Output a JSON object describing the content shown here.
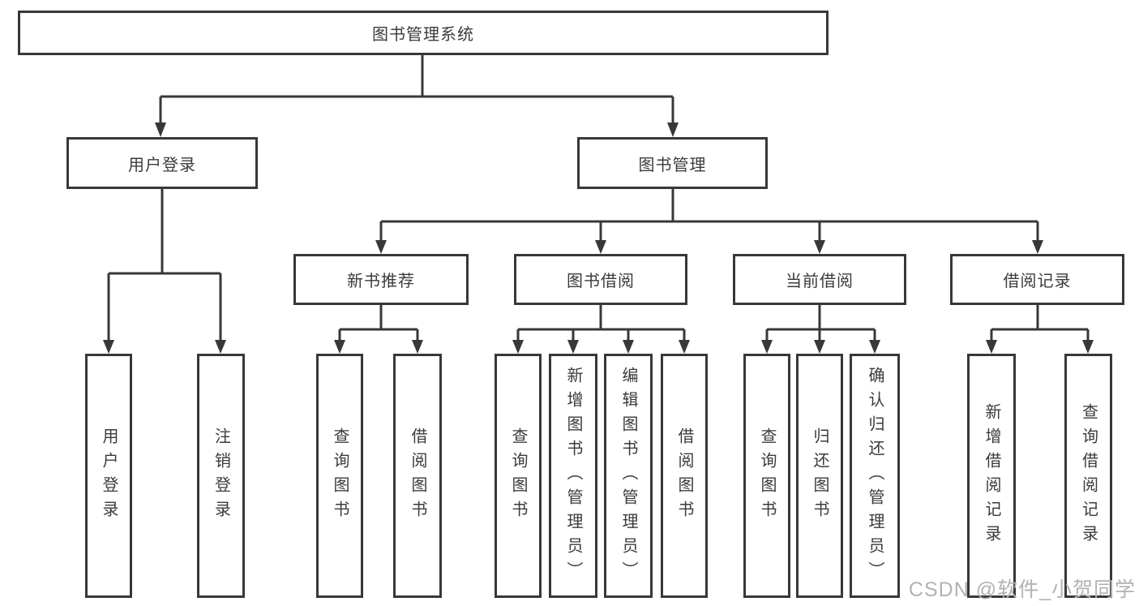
{
  "diagram": {
    "root": "图书管理系统",
    "branches": [
      {
        "label": "用户登录",
        "children": [
          "用户登录",
          "注销登录"
        ]
      },
      {
        "label": "图书管理",
        "children": [
          {
            "label": "新书推荐",
            "children": [
              "查询图书",
              "借阅图书"
            ]
          },
          {
            "label": "图书借阅",
            "children": [
              "查询图书",
              "新增图书（管理员）",
              "编辑图书（管理员）",
              "借阅图书"
            ]
          },
          {
            "label": "当前借阅",
            "children": [
              "查询图书",
              "归还图书",
              "确认归还（管理员）"
            ]
          },
          {
            "label": "借阅记录",
            "children": [
              "新增借阅记录",
              "查询借阅记录"
            ]
          }
        ]
      }
    ]
  },
  "colors": {
    "line": "#383838",
    "text": "#3b3b3b",
    "watermark": "#b2b2b2"
  },
  "watermark": {
    "text": "CSDN @软件_小贺同学"
  }
}
